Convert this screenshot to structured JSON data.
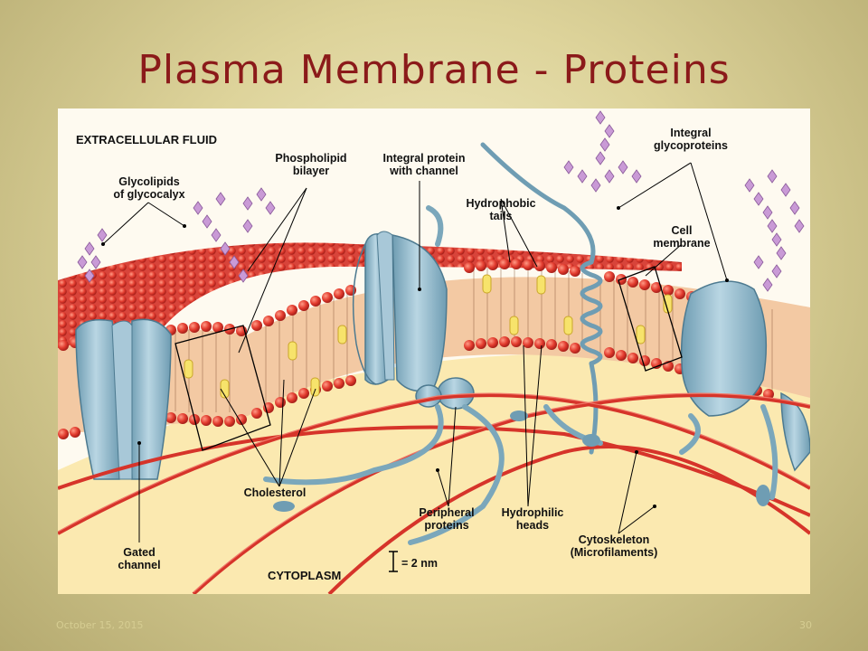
{
  "slide": {
    "title": "Plasma Membrane - Proteins",
    "footer_date": "October 15, 2015",
    "page_number": "30"
  },
  "diagram": {
    "labels": {
      "extracellular": "EXTRACELLULAR FLUID",
      "cytoplasm": "CYTOPLASM",
      "glycolipids": "Glycolipids\nof glycocalyx",
      "phospholipid": "Phospholipid\nbilayer",
      "integral_channel": "Integral protein\nwith channel",
      "hydrophobic": "Hydrophobic\ntails",
      "integral_glyco": "Integral\nglycoproteins",
      "cell_membrane": "Cell\nmembrane",
      "cholesterol": "Cholesterol",
      "peripheral": "Peripheral\nproteins",
      "hydrophilic": "Hydrophilic\nheads",
      "cytoskeleton": "Cytoskeleton\n(Microfilaments)",
      "gated_channel": "Gated\nchannel",
      "scale": "= 2 nm"
    },
    "colors": {
      "heads": "#e23b2e",
      "tails": "#f3c9a3",
      "cholesterol": "#f7e36b",
      "protein": "#8fb8cc",
      "glyco": "#c99ad6",
      "filament": "#d6342a",
      "cytoplasm": "#fbe9b0"
    }
  }
}
